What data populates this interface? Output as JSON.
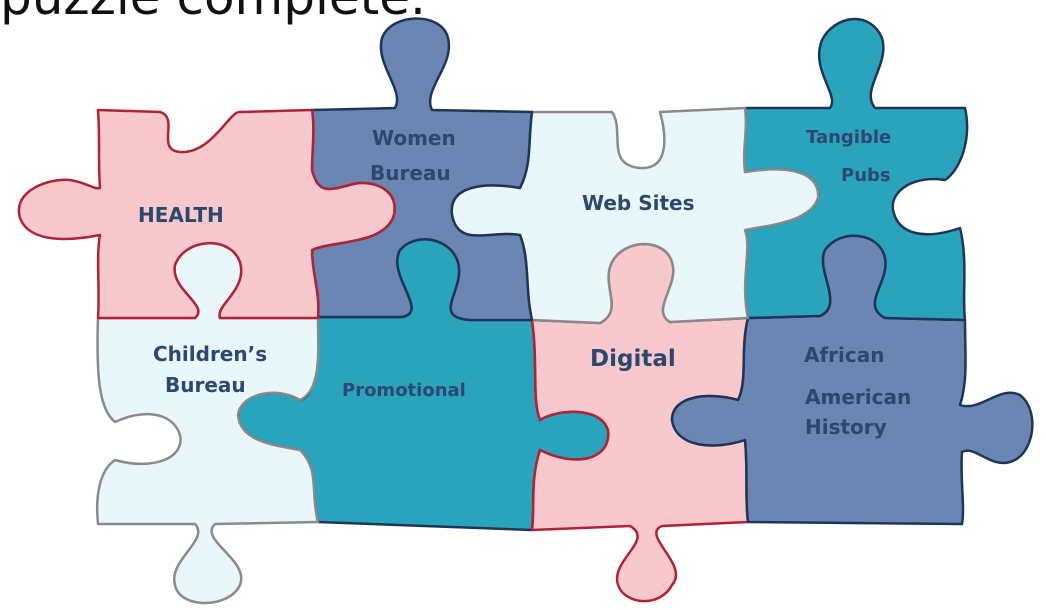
{
  "heading": "puzzle complete.",
  "pieces": [
    {
      "id": "health",
      "lines": [
        "HEALTH"
      ],
      "fill": "#f7c9cc",
      "stroke": "#b22234"
    },
    {
      "id": "women-bureau",
      "lines": [
        "Women",
        "Bureau"
      ],
      "fill": "#6b86b2",
      "stroke": "#1f3558"
    },
    {
      "id": "web-sites",
      "lines": [
        "Web Sites"
      ],
      "fill": "#e9f6fa",
      "stroke": "#8a8a8a"
    },
    {
      "id": "tangible-pubs",
      "lines": [
        "Tangible",
        "Pubs"
      ],
      "fill": "#2aa3bd",
      "stroke": "#1f3558"
    },
    {
      "id": "childrens-bureau",
      "lines": [
        "Children’s",
        "Bureau"
      ],
      "fill": "#e9f6fa",
      "stroke": "#8a8a8a"
    },
    {
      "id": "promotional",
      "lines": [
        "Promotional"
      ],
      "fill": "#2aa3bd",
      "stroke": "#1f3558"
    },
    {
      "id": "digital",
      "lines": [
        "Digital"
      ],
      "fill": "#f7c9cc",
      "stroke": "#b22234"
    },
    {
      "id": "african-american-history",
      "lines": [
        "African",
        "American",
        "History"
      ],
      "fill": "#6b86b2",
      "stroke": "#1f3558"
    }
  ]
}
